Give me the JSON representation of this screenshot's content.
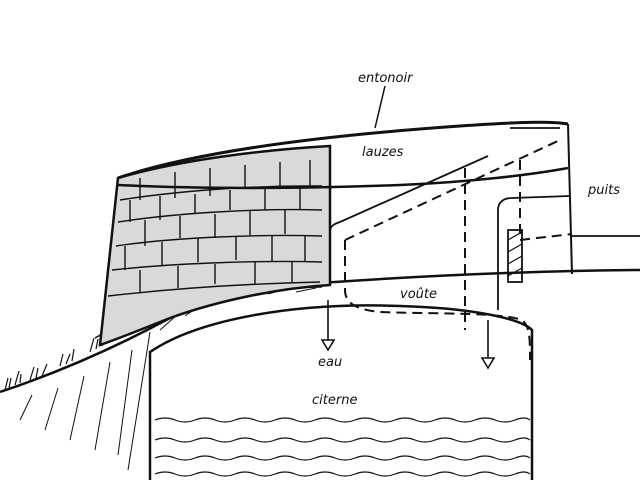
{
  "diagram": {
    "labels": {
      "funnel": "entonoir",
      "slabs": "lauzes",
      "well": "puits",
      "vault": "voûte",
      "water": "eau",
      "cistern": "citerne"
    },
    "colors": {
      "ink": "#111111",
      "paper": "#ffffff",
      "stone_fill": "#d9d9d9"
    }
  }
}
